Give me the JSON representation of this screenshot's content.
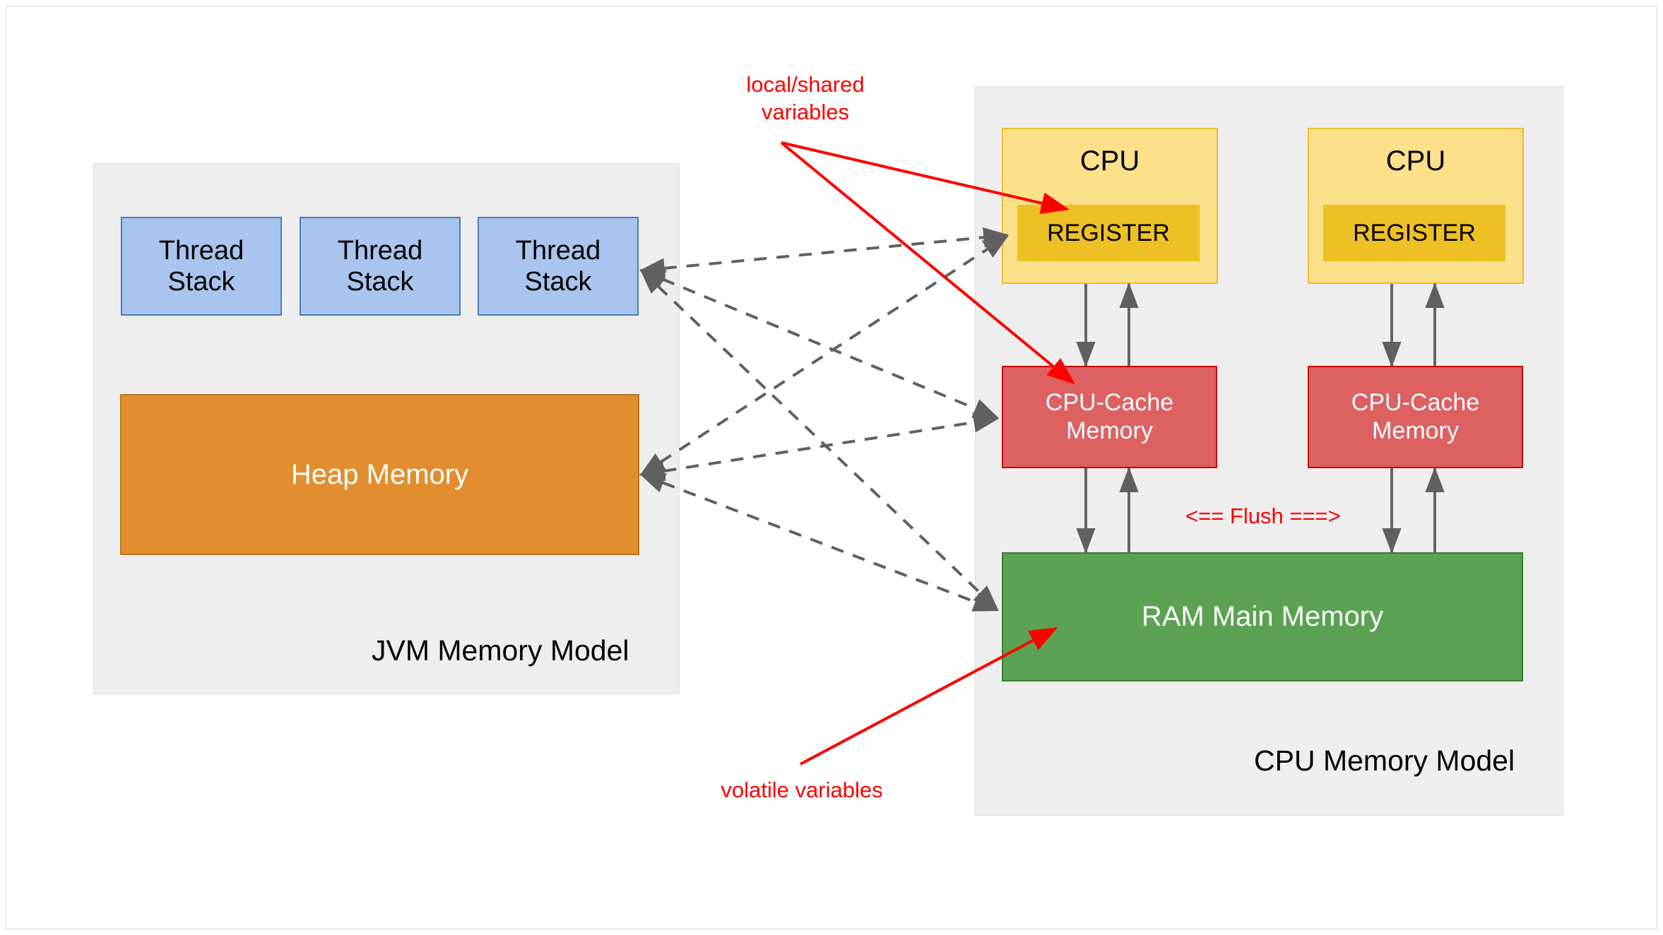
{
  "diagram": {
    "title_left": "JVM Memory Model",
    "title_right": "CPU Memory Model",
    "colors": {
      "thread_stack_fill": "#a9c4ee",
      "thread_stack_stroke": "#4a7ebb",
      "heap_fill": "#e28e2f",
      "heap_stroke": "#b8751f",
      "cpu_fill": "#fde08a",
      "cpu_stroke": "#ebbd34",
      "register_fill": "#edc024",
      "cache_fill": "#dd6161",
      "cache_stroke": "#cc0000",
      "ram_fill": "#5ba253",
      "ram_stroke": "#3f7a38",
      "panel_fill": "#eeeeee",
      "panel_stroke": "#dddddd",
      "annotation": "#ff0000",
      "connector": "#666666"
    }
  },
  "jvm": {
    "panel_title": "JVM Memory Model",
    "thread_stacks": [
      {
        "label": "Thread\nStack"
      },
      {
        "label": "Thread\nStack"
      },
      {
        "label": "Thread\nStack"
      }
    ],
    "heap": {
      "label": "Heap Memory"
    }
  },
  "cpu": {
    "panel_title": "CPU Memory Model",
    "cores": [
      {
        "title": "CPU",
        "register": "REGISTER",
        "cache": "CPU-Cache\nMemory"
      },
      {
        "title": "CPU",
        "register": "REGISTER",
        "cache": "CPU-Cache\nMemory"
      }
    ],
    "ram": {
      "label": "RAM Main Memory"
    },
    "flush_label": "<== Flush ===>"
  },
  "annotations": {
    "local_shared": "local/shared\nvariables",
    "volatile": "volatile variables"
  }
}
